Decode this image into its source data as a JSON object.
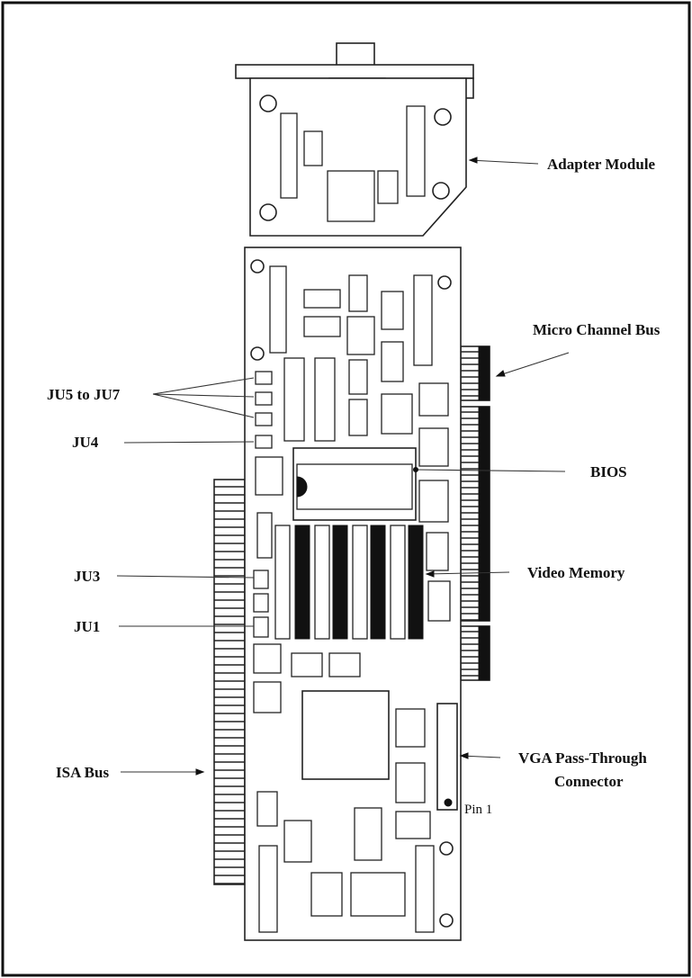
{
  "labels": {
    "adapter_module": "Adapter Module",
    "micro_channel_bus": "Micro Channel Bus",
    "ju5_to_ju7": "JU5 to JU7",
    "ju4": "JU4",
    "bios": "BIOS",
    "ju3": "JU3",
    "video_memory": "Video Memory",
    "ju1": "JU1",
    "isa_bus": "ISA Bus",
    "vga_line1": "VGA Pass-Through",
    "vga_line2": "Connector",
    "pin1": "Pin 1"
  }
}
